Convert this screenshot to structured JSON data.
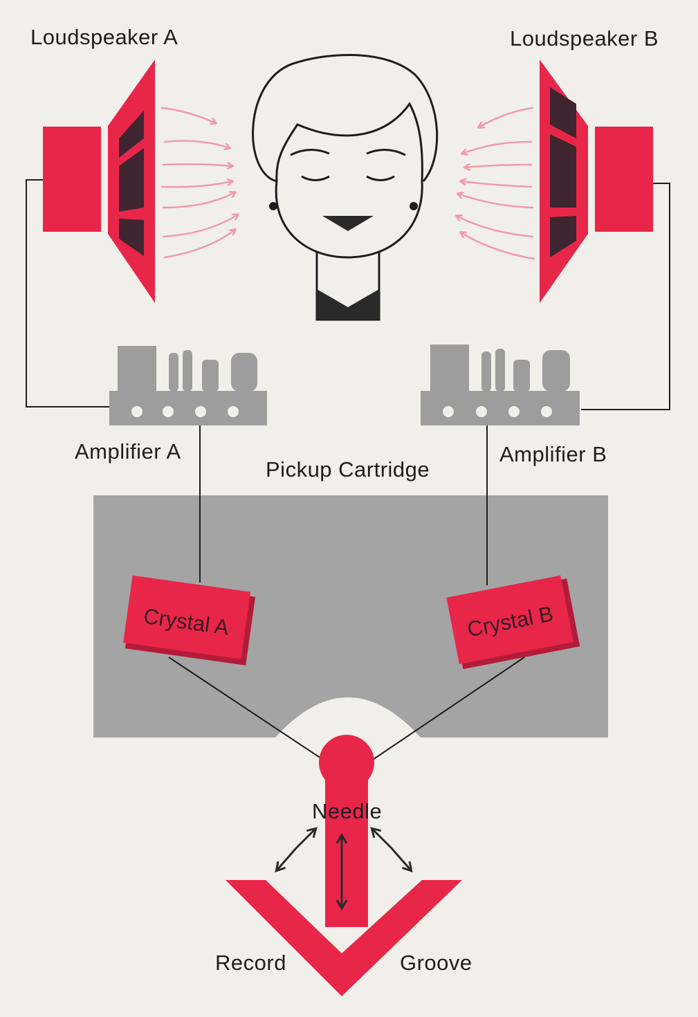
{
  "labels": {
    "loudspeaker_a": "Loudspeaker A",
    "loudspeaker_b": "Loudspeaker B",
    "amplifier_a": "Amplifier A",
    "amplifier_b": "Amplifier B",
    "pickup_cartridge": "Pickup Cartridge",
    "crystal_a": "Crystal A",
    "crystal_b": "Crystal B",
    "needle": "Needle",
    "record": "Record",
    "groove": "Groove"
  },
  "colors": {
    "red": "#e8264a",
    "dark_panel": "#3f2530",
    "gray_cartridge": "#a4a4a4",
    "gray_amplifier": "#9d9d9d",
    "sound_wave_pink": "#f19aaa",
    "line_black": "#1d1d1d",
    "background": "#f1efea"
  }
}
